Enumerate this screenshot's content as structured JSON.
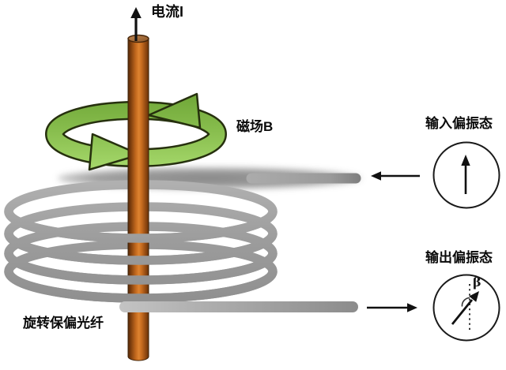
{
  "labels": {
    "current": "电流I",
    "magnetic_field": "磁场B",
    "input_polarization": "输入偏振态",
    "output_polarization": "输出偏振态",
    "fiber": "旋转保偏光纤",
    "beta_angle": "β"
  },
  "colors": {
    "conductor_copper": "#C4691E",
    "field_ring_green": "#86BC4C",
    "fiber_gray": "#9E9E9E",
    "arrow_black": "#111111",
    "background": "#FFFFFF"
  }
}
